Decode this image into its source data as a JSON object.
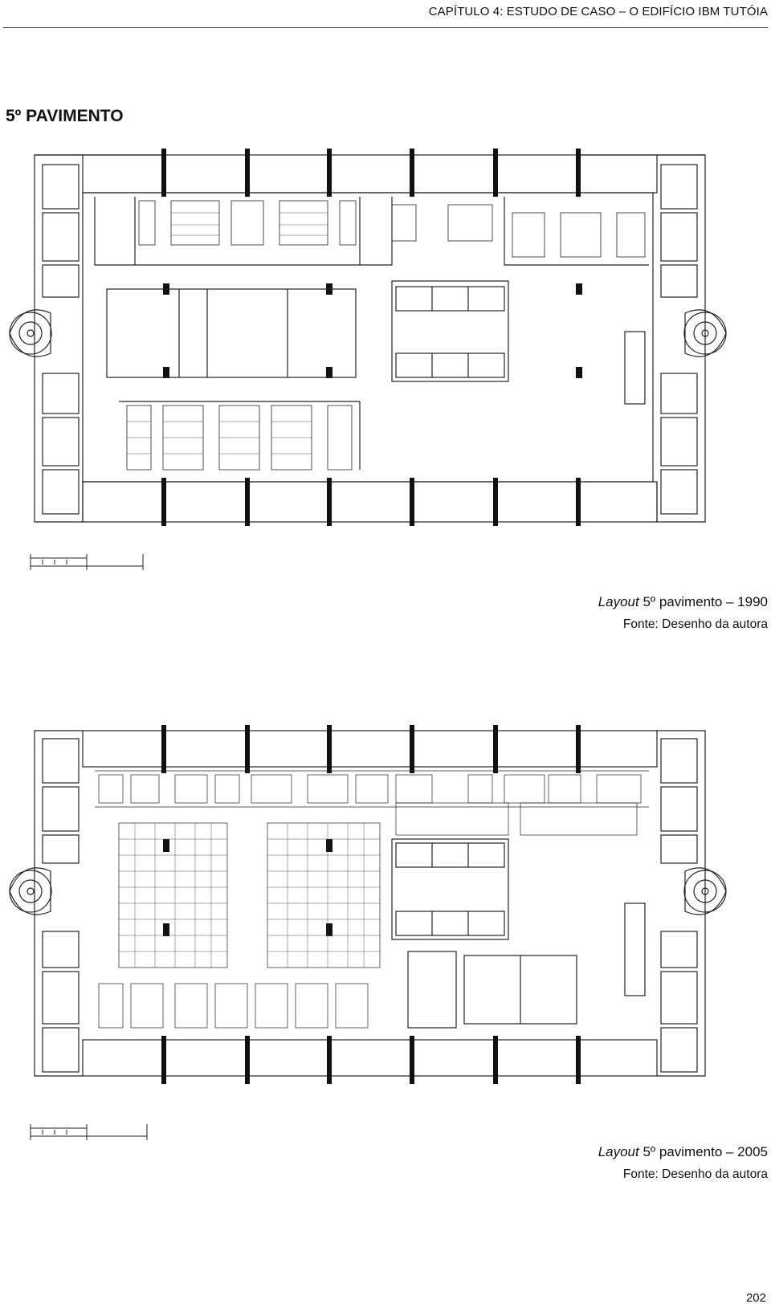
{
  "running_header": "CAPÍTULO 4: ESTUDO DE CASO – O EDIFÍCIO IBM TUTÓIA",
  "section_title": "5º PAVIMENTO",
  "figures": [
    {
      "caption_italic": "Layout",
      "caption_rest": " 5º pavimento – 1990",
      "source": "Fonte: Desenho da autora"
    },
    {
      "caption_italic": "Layout",
      "caption_rest": " 5º pavimento – 2005",
      "source": "Fonte: Desenho da autora"
    }
  ],
  "page_number": "202"
}
